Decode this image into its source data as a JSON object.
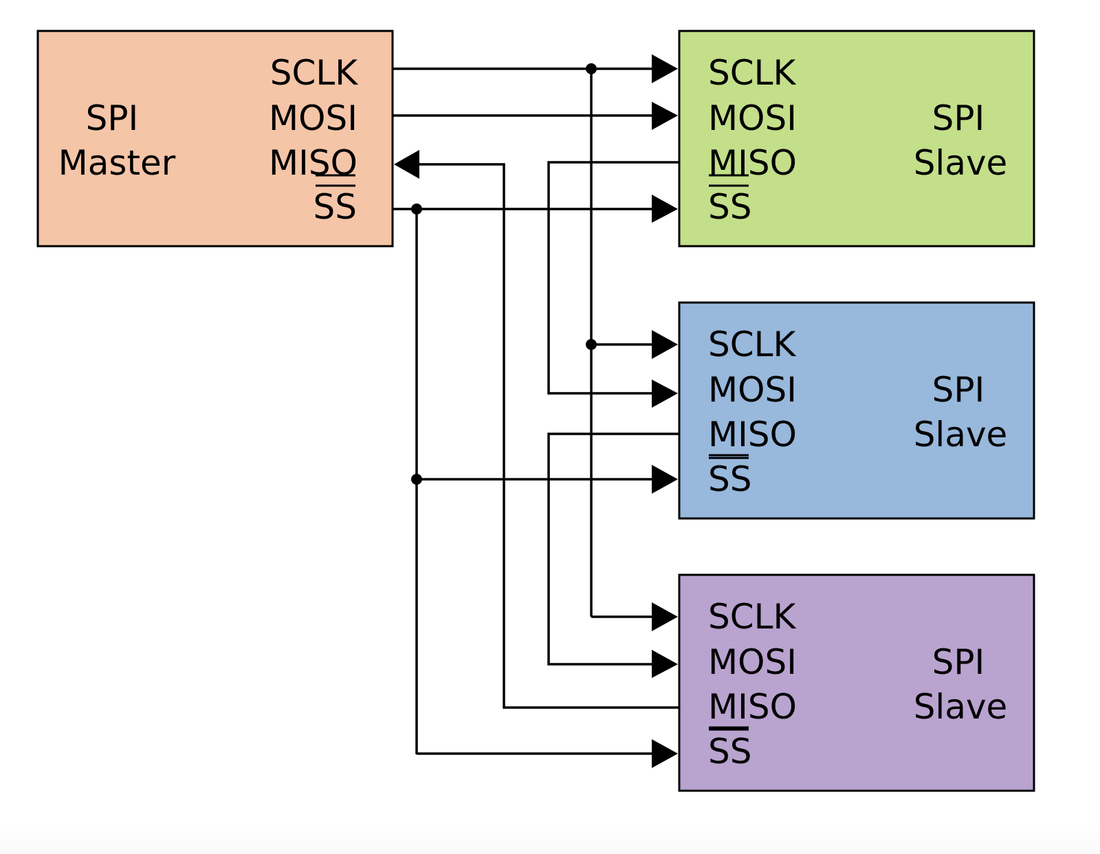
{
  "title": "SPI bus: single master, three independent... daisy-chained slaves",
  "master": {
    "title_lines": [
      "SPI",
      "Master"
    ],
    "color": "#f5c5a8",
    "pins": [
      "SCLK",
      "MOSI",
      "MISO",
      "SS"
    ],
    "underlined_pin_chars": {
      "pin": "MISO",
      "chars": "SO"
    },
    "overlined_pin": "SS"
  },
  "slaves": [
    {
      "id": "slave-1",
      "title_lines": [
        "SPI",
        "Slave"
      ],
      "color": "#c3df8a",
      "pins": [
        "SCLK",
        "MOSI",
        "MISO",
        "SS"
      ]
    },
    {
      "id": "slave-2",
      "title_lines": [
        "SPI",
        "Slave"
      ],
      "color": "#98b8dc",
      "pins": [
        "SCLK",
        "MOSI",
        "MISO",
        "SS"
      ]
    },
    {
      "id": "slave-3",
      "title_lines": [
        "SPI",
        "Slave"
      ],
      "color": "#b9a3cf",
      "pins": [
        "SCLK",
        "MOSI",
        "MISO",
        "SS"
      ]
    }
  ],
  "slave_pin_decorations": {
    "underlined_pin_chars": {
      "pin": "MISO",
      "chars": "MI"
    },
    "overlined_pin": "SS"
  },
  "connections": [
    {
      "signal": "SCLK",
      "from": "master",
      "to": [
        "slave-1",
        "slave-2",
        "slave-3"
      ],
      "topology": "shared bus"
    },
    {
      "signal": "MOSI",
      "from": "master",
      "to": "slave-1"
    },
    {
      "signal": "MISO->MOSI",
      "from": "slave-1",
      "to": "slave-2"
    },
    {
      "signal": "MISO->MOSI",
      "from": "slave-2",
      "to": "slave-3"
    },
    {
      "signal": "MISO",
      "from": "slave-3",
      "to": "master"
    },
    {
      "signal": "SS",
      "from": "master",
      "to": [
        "slave-1",
        "slave-2",
        "slave-3"
      ],
      "topology": "shared bus"
    }
  ]
}
